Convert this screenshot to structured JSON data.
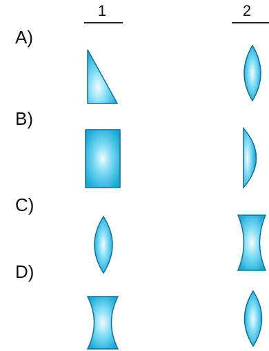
{
  "columns": [
    {
      "label": "1"
    },
    {
      "label": "2"
    }
  ],
  "rows": [
    {
      "label": "A)",
      "col1": "right-triangle-prism",
      "col2": "biconvex-lens"
    },
    {
      "label": "B)",
      "col1": "rectangular-slab",
      "col2": "plano-convex-lens"
    },
    {
      "label": "C)",
      "col1": "biconvex-lens",
      "col2": "biconcave-lens"
    },
    {
      "label": "D)",
      "col1": "biconcave-lens",
      "col2": "biconvex-lens"
    }
  ],
  "colors": {
    "glass_center": "#f2fbff",
    "glass_mid": "#7fdcf5",
    "glass_edge": "#1aa9d6",
    "outline": "#0f6f97",
    "text": "#111111"
  }
}
